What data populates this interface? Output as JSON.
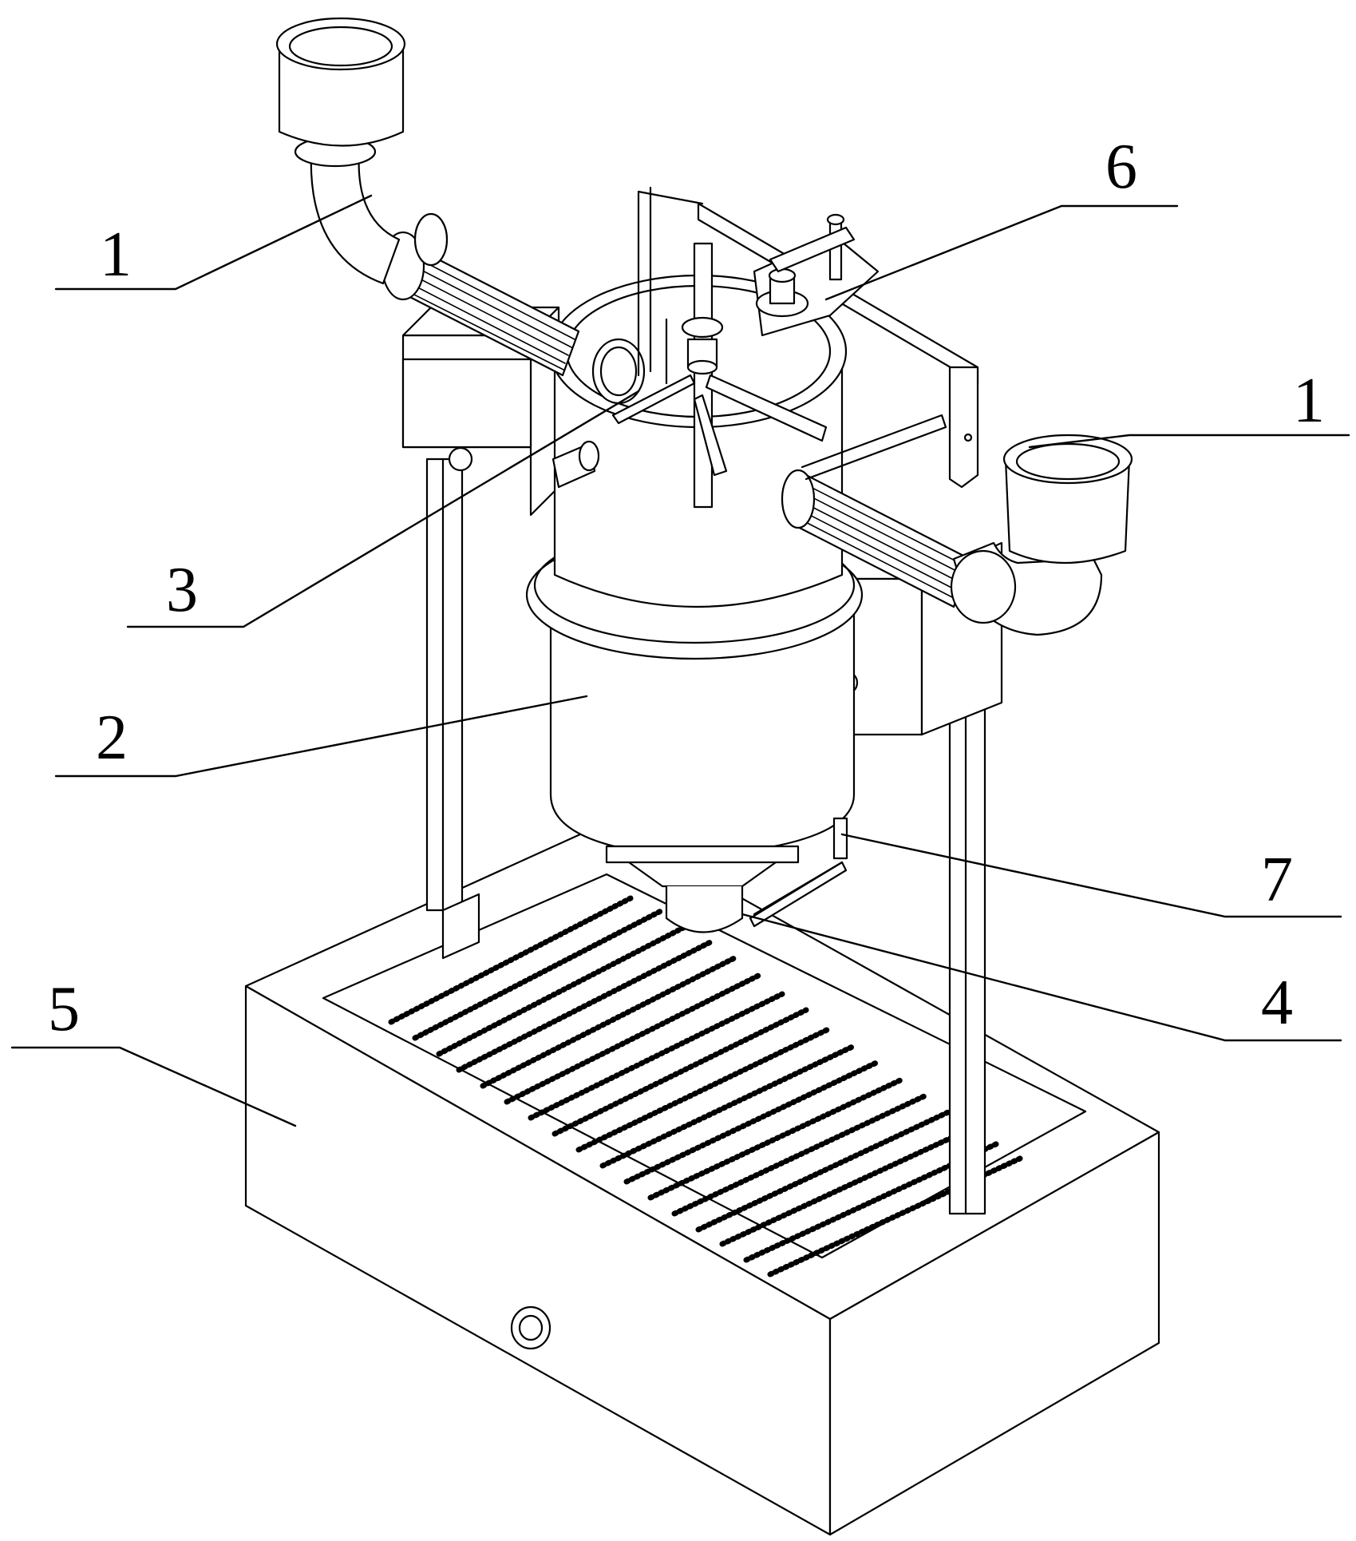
{
  "diagram": {
    "labels": [
      {
        "id": "label-1-left",
        "text": "1"
      },
      {
        "id": "label-1-right",
        "text": "1"
      },
      {
        "id": "label-2",
        "text": "2"
      },
      {
        "id": "label-3",
        "text": "3"
      },
      {
        "id": "label-4",
        "text": "4"
      },
      {
        "id": "label-5",
        "text": "5"
      },
      {
        "id": "label-6",
        "text": "6"
      },
      {
        "id": "label-7",
        "text": "7"
      }
    ]
  }
}
